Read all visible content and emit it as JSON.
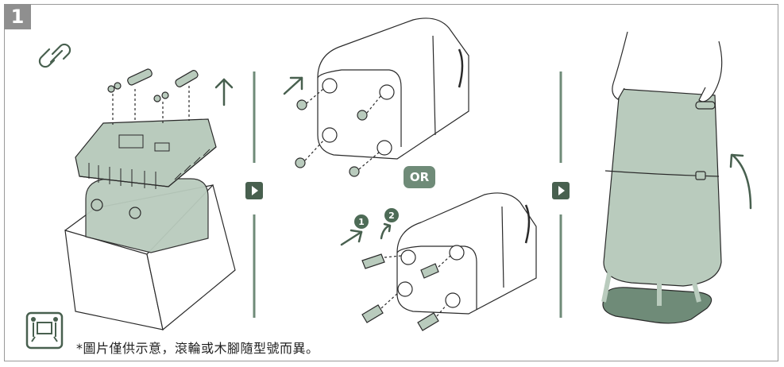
{
  "step": {
    "number": "1"
  },
  "or_label": "OR",
  "order_labels": [
    "1",
    "2"
  ],
  "note": "*圖片僅供示意，滾輪或木腳隨型號而異。",
  "colors": {
    "green_fill": "#b9cbbd",
    "green_dark": "#48604f",
    "line": "#2a2a2a",
    "badge_gray": "#8f8f8f"
  },
  "icons": [
    "link-icon",
    "lift-box-icon",
    "next-arrow-icon",
    "up-arrow-icon"
  ]
}
